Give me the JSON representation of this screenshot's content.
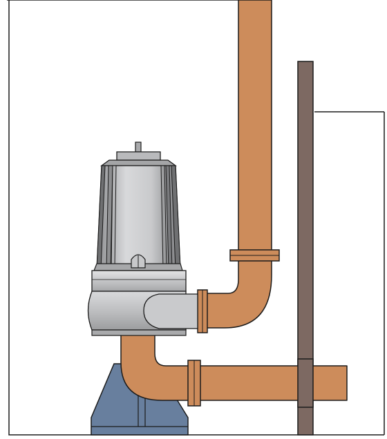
{
  "diagram": {
    "subject": "submersible-pump-installation",
    "components": [
      "wet-well-wall",
      "guide-rail",
      "submersible-pump",
      "discharge-pipe",
      "inlet-pipe",
      "pump-stand",
      "pipe-flange"
    ]
  },
  "colors": {
    "background": "#ffffff",
    "outline": "#1a1a1a",
    "pipe": "#cd8c5b",
    "rail": "#7d6962",
    "stand": "#687f9e",
    "pump_light": "#d2d3d5",
    "pump_mid": "#b5b6b8",
    "pump_dark": "#8e8f91",
    "pump_shadow": "#6f7072"
  }
}
